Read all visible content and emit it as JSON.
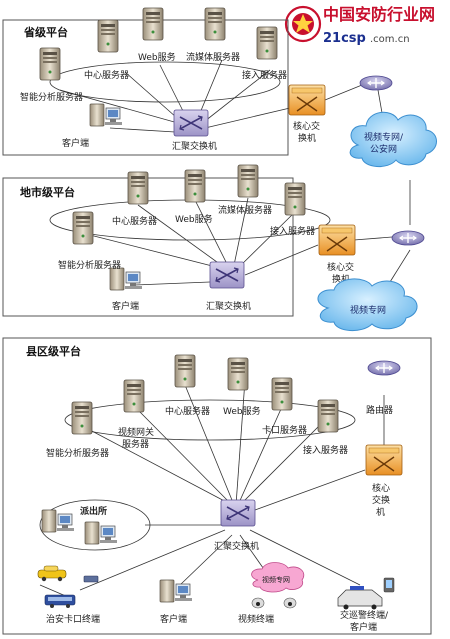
{
  "logo": {
    "name_cn": "中国安防行业网",
    "site": "21csp",
    "domain": ".com.cn"
  },
  "provincial": {
    "title": "省级平台",
    "center_server": "中心服务器",
    "web_server": "Web服务",
    "streaming_server": "流媒体服务器",
    "access_server": "接入服务器",
    "analysis_server": "智能分析服务器",
    "client": "客户端",
    "agg_switch": "汇聚交换机",
    "core_switch_line1": "核心交",
    "core_switch_line2": "换机"
  },
  "cloud_top": {
    "line1": "视频专网/",
    "line2": "公安网"
  },
  "municipal": {
    "title": "地市级平台",
    "center_server": "中心服务器",
    "web_server": "Web服务",
    "streaming_server": "流媒体服务器",
    "access_server": "接入服务器",
    "analysis_server": "智能分析服务器",
    "client": "客户端",
    "agg_switch": "汇聚交换机",
    "core_switch_line1": "核心交",
    "core_switch_line2": "换机"
  },
  "cloud_mid": {
    "label": "视频专网"
  },
  "county": {
    "title": "县区级平台",
    "center_server": "中心服务器",
    "web_server": "Web服务",
    "gateway_line1": "视频网关",
    "gateway_line2": "服务器",
    "analysis_server": "智能分析服务器",
    "checkpoint_server": "卡口服务器",
    "access_server": "接入服务器",
    "router": "路由器",
    "core_switch_line1": "核心",
    "core_switch_line2": "交换",
    "core_switch_line3": "机",
    "police_station": "派出所",
    "agg_switch": "汇聚交换机",
    "checkpoint_terminal": "治安卡口终端",
    "client": "客户端",
    "video_terminal": "视频终端",
    "video_network": "视频专网",
    "traffic_line1": "交巡警终端/",
    "traffic_line2": "客户端"
  },
  "colors": {
    "frame": "#555555",
    "logo_red": "#c8102e",
    "logo_blue": "#1b2f8f",
    "cloud": "#7fc3f0",
    "switch": "#b8b0d8",
    "router": "#9a94c8",
    "core": "#f2a23c"
  }
}
